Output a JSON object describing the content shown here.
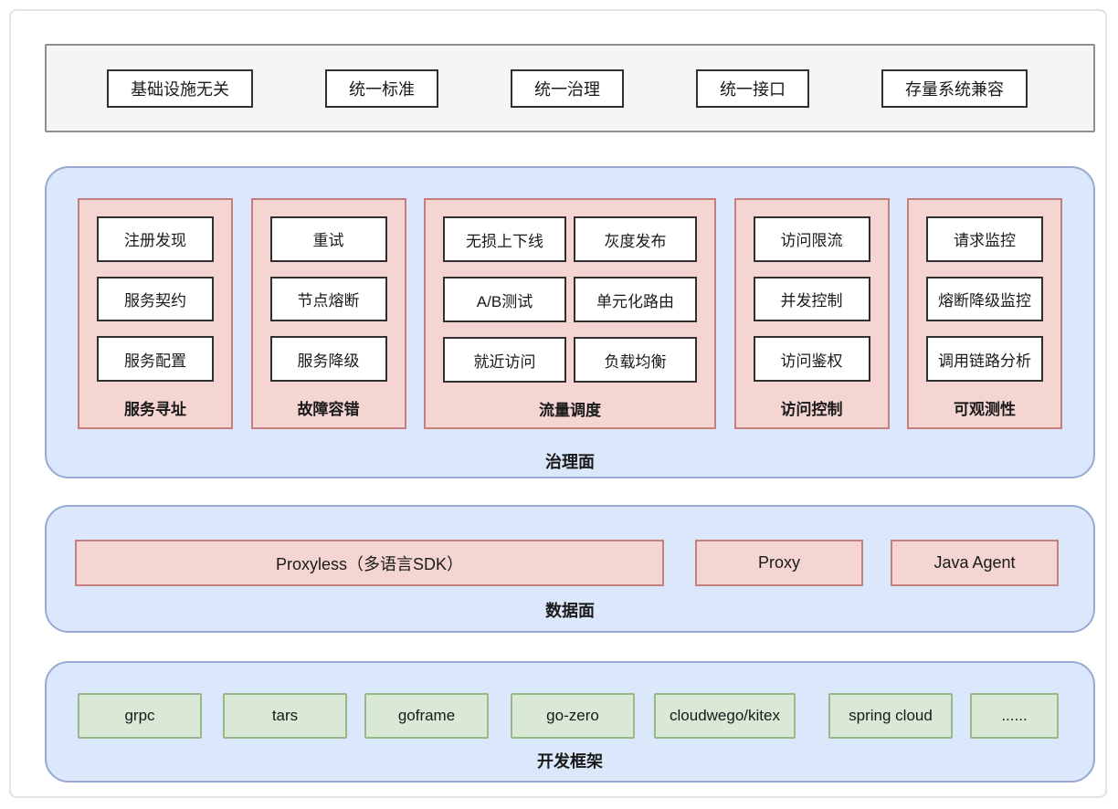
{
  "top_bar": {
    "items": [
      "基础设施无关",
      "统一标准",
      "统一治理",
      "统一接口",
      "存量系统兼容"
    ]
  },
  "governance_plane": {
    "label": "治理面",
    "columns": [
      {
        "label": "服务寻址",
        "items": [
          "注册发现",
          "服务契约",
          "服务配置"
        ]
      },
      {
        "label": "故障容错",
        "items": [
          "重试",
          "节点熔断",
          "服务降级"
        ]
      },
      {
        "label": "流量调度",
        "groups": [
          [
            "无损上下线",
            "A/B测试",
            "就近访问"
          ],
          [
            "灰度发布",
            "单元化路由",
            "负载均衡"
          ]
        ]
      },
      {
        "label": "访问控制",
        "items": [
          "访问限流",
          "并发控制",
          "访问鉴权"
        ]
      },
      {
        "label": "可观测性",
        "items": [
          "请求监控",
          "熔断降级监控",
          "调用链路分析"
        ]
      }
    ]
  },
  "data_plane": {
    "label": "数据面",
    "items": [
      "Proxyless（多语言SDK）",
      "Proxy",
      "Java Agent"
    ]
  },
  "framework_layer": {
    "label": "开发框架",
    "items": [
      "grpc",
      "tars",
      "goframe",
      "go-zero",
      "cloudwego/kitex",
      "spring cloud",
      "......"
    ]
  },
  "colors": {
    "plane_fill": "#dbe7fa",
    "plane_border": "#97a9d2",
    "category_fill": "#f4d5d2",
    "category_border": "#c5807d",
    "framework_fill": "#d9e9d5",
    "framework_border": "#95ba89",
    "bar_fill": "#f5f5f5",
    "bar_border": "#8f8f8f",
    "box_border": "#303030"
  }
}
